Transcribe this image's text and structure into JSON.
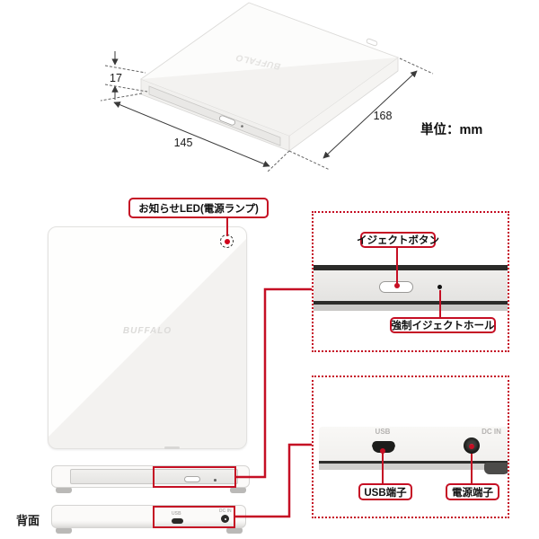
{
  "colors": {
    "accent_red": "#c50f24",
    "device_white": "#fbfaf9"
  },
  "brand": {
    "logo": "BUFFALO"
  },
  "dimensions": {
    "height": "17",
    "width": "145",
    "depth": "168",
    "unit": "単位：mm"
  },
  "callouts": {
    "led": "お知らせLED(電源ランプ)",
    "eject_button": "イジェクトボタン",
    "force_eject_hole": "強制イジェクトホール",
    "usb_terminal": "USB端子",
    "power_terminal": "電源端子"
  },
  "views": {
    "rear_label": "背面"
  },
  "port_prints": {
    "usb": "USB",
    "dc_in": "DC IN"
  }
}
